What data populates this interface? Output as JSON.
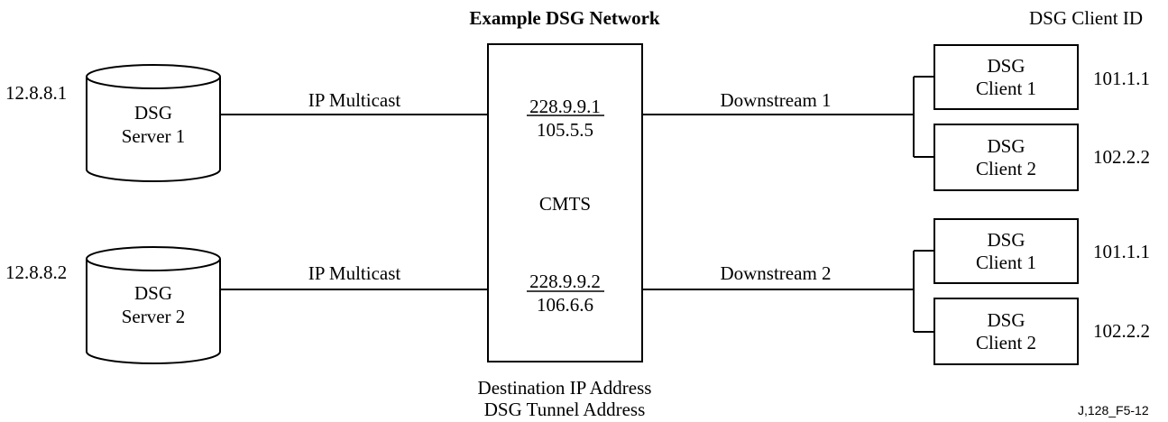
{
  "title": "Example DSG Network",
  "client_id_header": "DSG Client ID",
  "servers": [
    {
      "ip": "12.8.8.1",
      "name_line1": "DSG",
      "name_line2": "Server 1",
      "link_label": "IP Multicast"
    },
    {
      "ip": "12.8.8.2",
      "name_line1": "DSG",
      "name_line2": "Server 2",
      "link_label": "IP Multicast"
    }
  ],
  "cmts": {
    "label": "CMTS",
    "addresses": [
      {
        "destination_ip": "228.9.9.1",
        "tunnel_address": "105.5.5"
      },
      {
        "destination_ip": "228.9.9.2",
        "tunnel_address": "106.6.6"
      }
    ]
  },
  "downstreams": [
    {
      "label": "Downstream 1",
      "clients": [
        {
          "line1": "DSG",
          "line2": "Client 1",
          "id": "101.1.1"
        },
        {
          "line1": "DSG",
          "line2": "Client 2",
          "id": "102.2.2"
        }
      ]
    },
    {
      "label": "Downstream 2",
      "clients": [
        {
          "line1": "DSG",
          "line2": "Client 1",
          "id": "101.1.1"
        },
        {
          "line1": "DSG",
          "line2": "Client 2",
          "id": "102.2.2"
        }
      ]
    }
  ],
  "legend": {
    "line1": "Destination IP Address",
    "line2": "DSG Tunnel Address"
  },
  "figure_id": "J,128_F5-12"
}
